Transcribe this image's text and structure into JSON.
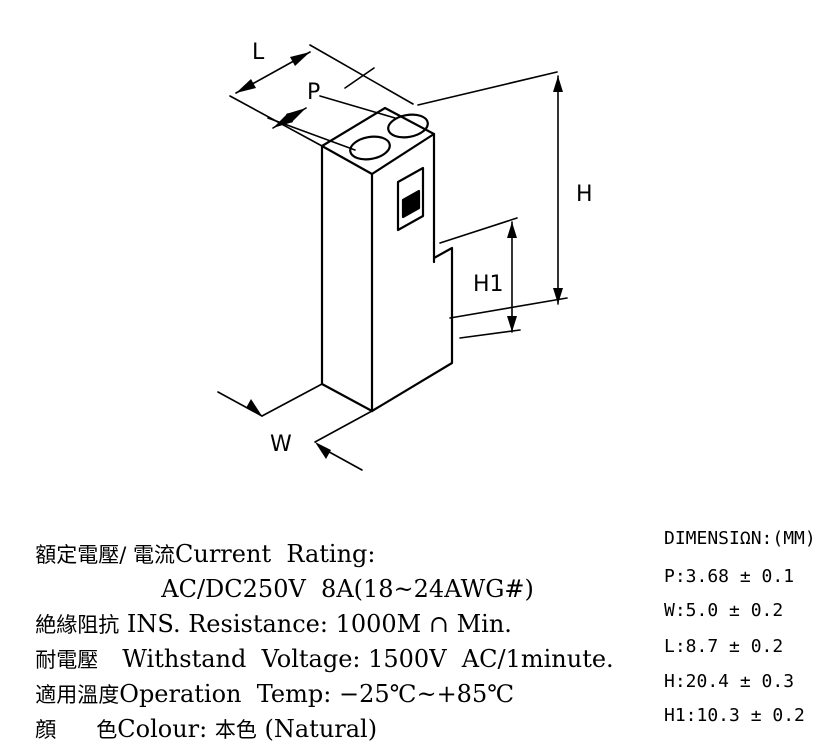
{
  "drawing": {
    "labels": {
      "L": "L",
      "P": "P",
      "H": "H",
      "H1": "H1",
      "W": "W"
    }
  },
  "specs": {
    "rating_cn": "額定電壓/ 電流",
    "rating_en": "Current  Rating:",
    "rating_value": "AC/DC250V  8A(18~24AWG#)",
    "ins_cn": "絶緣阻抗",
    "ins_en": "INS. Resistance: 1000M ∩ Min.",
    "withstand_cn": "耐電壓",
    "withstand_en": "Withstand  Voltage: 1500V  AC/1minute.",
    "temp_cn": "適用溫度",
    "temp_en": "Operation  Temp: −25℃~+85℃",
    "colour_cn_1": "顔",
    "colour_cn_2": "色",
    "colour_en": "Colour:",
    "colour_value_cn": "本色",
    "colour_value_en": "(Natural)"
  },
  "dimensions": {
    "title": "DIMENSIΩN:(MM)",
    "items": [
      "P:3.68 ± 0.1",
      "W:5.0 ± 0.2",
      "L:8.7 ± 0.2",
      "H:20.4 ± 0.3",
      "H1:10.3 ± 0.2"
    ]
  }
}
